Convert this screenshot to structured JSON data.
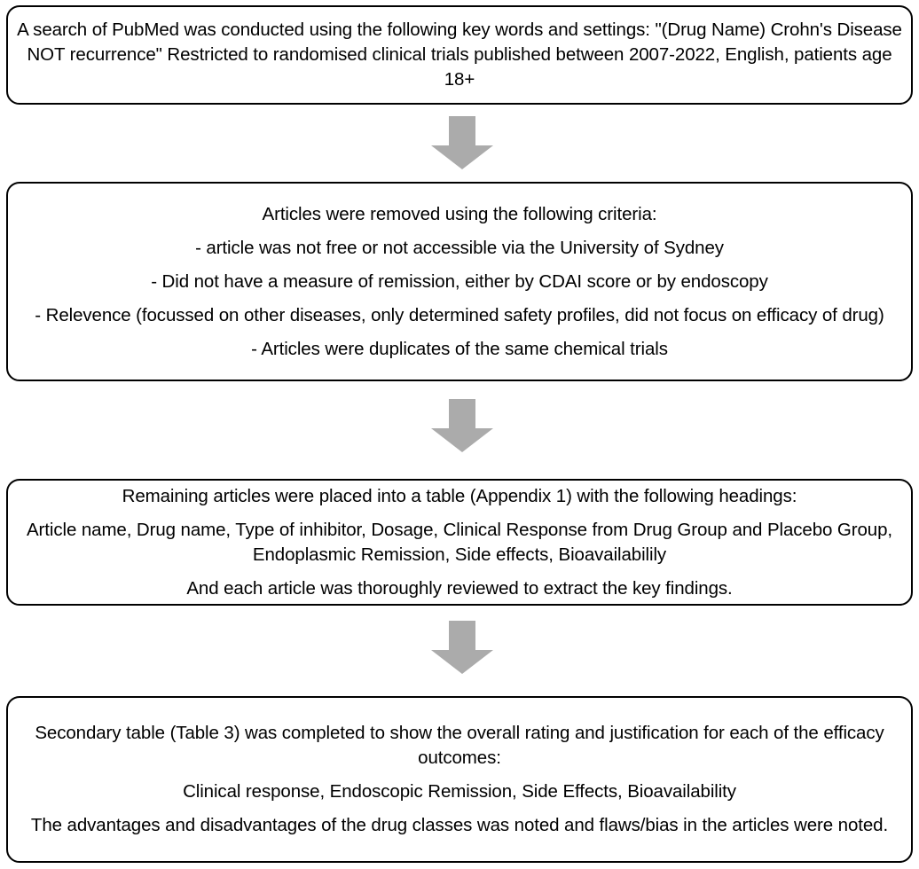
{
  "diagram": {
    "title": "Literature search and article selection methodology flowchart",
    "orientation": "top-to-bottom",
    "box_border_color": "#000000",
    "box_fill_color": "#ffffff",
    "arrow_color": "#ababab",
    "text_color": "#000000"
  },
  "steps": [
    {
      "id": "search",
      "name": "search-strategy-box",
      "lines": [
        "A search of PubMed was conducted using the following key words and settings: \"(Drug Name) Crohn's Disease NOT recurrence\" Restricted to randomised clinical trials published between 2007-2022, English, patients age 18+"
      ]
    },
    {
      "id": "exclusion",
      "name": "exclusion-criteria-box",
      "lines": [
        "Articles were removed using the following criteria:",
        "- article was not free or not accessible via the University of Sydney",
        "- Did not have a measure of remission, either by CDAI score or by endoscopy",
        "- Relevence (focussed on other diseases, only determined safety profiles, did not focus on efficacy of drug)",
        "- Articles were duplicates of the same chemical trials"
      ]
    },
    {
      "id": "table",
      "name": "data-extraction-box",
      "lines": [
        "Remaining articles were placed into a table (Appendix 1) with the following headings:",
        "Article name, Drug name, Type of inhibitor, Dosage, Clinical Response from Drug Group and Placebo Group, Endoplasmic Remission, Side effects, Bioavailabilily",
        "And each article was thoroughly reviewed to extract the key findings."
      ]
    },
    {
      "id": "secondary",
      "name": "secondary-table-box",
      "lines": [
        "Secondary table (Table 3) was completed to show the overall rating and justification for each of the efficacy outcomes:",
        "Clinical response, Endoscopic Remission, Side Effects, Bioavailability",
        "The advantages and disadvantages of the drug classes was noted and flaws/bias in the articles were noted."
      ]
    }
  ],
  "connectors": [
    {
      "id": "arrow-1",
      "name": "down-arrow-icon",
      "from": "search",
      "to": "exclusion"
    },
    {
      "id": "arrow-2",
      "name": "down-arrow-icon",
      "from": "exclusion",
      "to": "table"
    },
    {
      "id": "arrow-3",
      "name": "down-arrow-icon",
      "from": "table",
      "to": "secondary"
    }
  ]
}
